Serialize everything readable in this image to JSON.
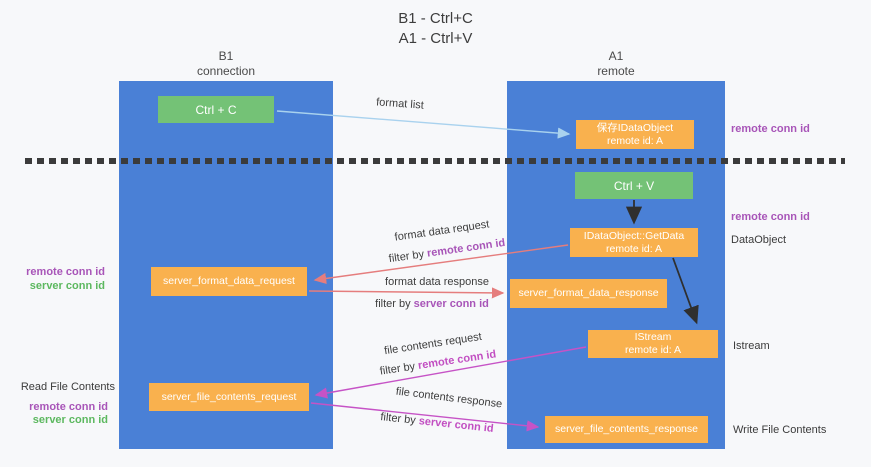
{
  "title": {
    "line1": "B1 - Ctrl+C",
    "line2": "A1 - Ctrl+V"
  },
  "lanes": {
    "left": {
      "title": "B1",
      "subtitle": "connection"
    },
    "right": {
      "title": "A1",
      "subtitle": "remote"
    }
  },
  "boxes": {
    "ctrl_c": {
      "label": "Ctrl + C"
    },
    "ctrl_v": {
      "label": "Ctrl + V"
    },
    "save_idataobject": {
      "line1": "保存IDataObject",
      "line2": "remote id: A"
    },
    "idataobject_getdata": {
      "line1": "IDataObject::GetData",
      "line2": "remote id: A"
    },
    "istream": {
      "line1": "IStream",
      "line2": "remote id: A"
    },
    "server_format_data_request": {
      "label": "server_format_data_request"
    },
    "server_format_data_response": {
      "label": "server_format_data_response"
    },
    "server_file_contents_request": {
      "label": "server_file_contents_request"
    },
    "server_file_contents_response": {
      "label": "server_file_contents_response"
    }
  },
  "flow_labels": {
    "format_list": "format list",
    "format_data_request": "format data request",
    "format_data_response": "format data response",
    "file_contents_request": "file contents request",
    "file_contents_response": "file contents response",
    "filter_by": "filter by",
    "remote_conn_id": "remote conn id",
    "server_conn_id": "server conn id"
  },
  "side_labels": {
    "right_remote_conn_id_top": "remote conn id",
    "right_remote_conn_id_mid": "remote conn id",
    "right_dataobject": "DataObject",
    "right_istream": "Istream",
    "right_write_file_contents": "Write File Contents",
    "left_remote_conn_id_mid": "remote conn id",
    "left_server_conn_id_mid": "server conn id",
    "left_read_file_contents": "Read File Contents",
    "left_remote_conn_id_bottom": "remote conn id",
    "left_server_conn_id_bottom": "server conn id"
  },
  "colors": {
    "lane_blue": "#4a80d6",
    "box_green": "#74c276",
    "box_orange": "#f9b14e",
    "arrow_light_blue": "#a9d2ee",
    "arrow_salmon": "#e57d7d",
    "arrow_magenta": "#c653c6",
    "arrow_black": "#2f2f2f",
    "text_purple": "#a855b8",
    "text_green": "#5cb85f"
  }
}
